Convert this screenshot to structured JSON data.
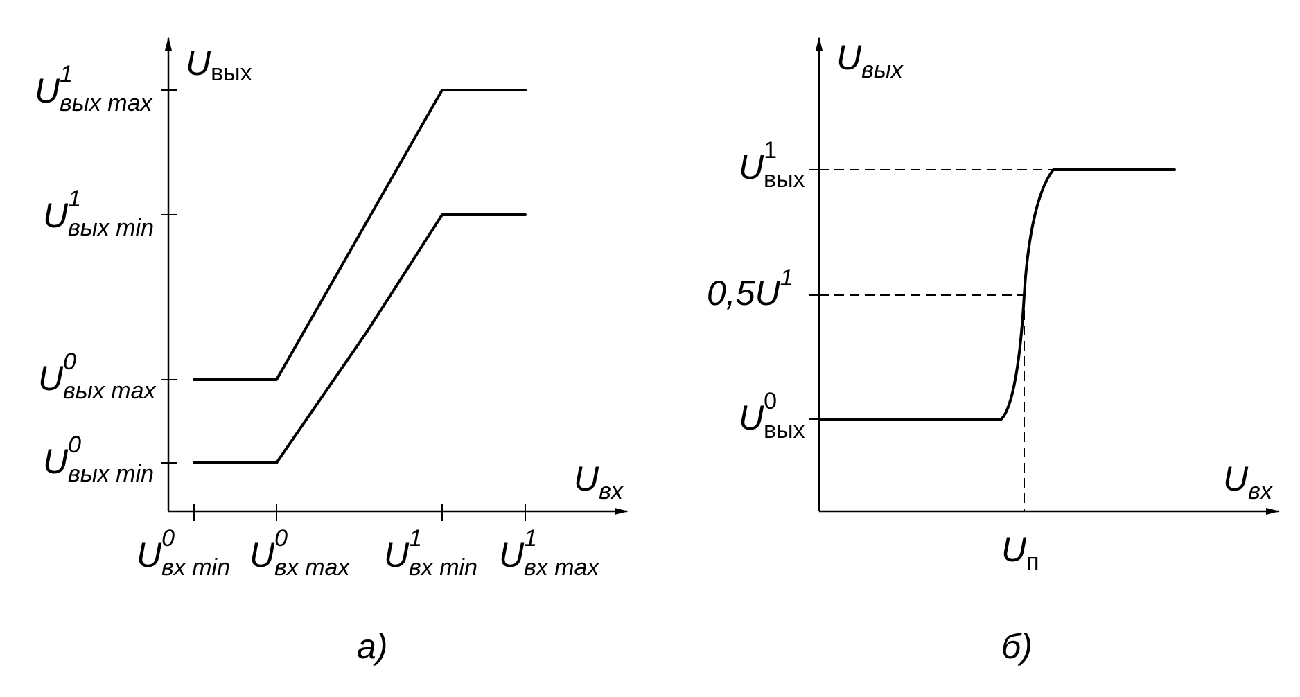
{
  "panel_a": {
    "y_axis": {
      "main": "U",
      "sub": "вых"
    },
    "x_axis": {
      "main": "U",
      "sub": "вх"
    },
    "y_ticks": [
      {
        "main": "U",
        "sup": "1",
        "sub": "вых max"
      },
      {
        "main": "U",
        "sup": "1",
        "sub": "вых min"
      },
      {
        "main": "U",
        "sup": "0",
        "sub": "вых max"
      },
      {
        "main": "U",
        "sup": "0",
        "sub": "вых min"
      }
    ],
    "x_ticks": [
      {
        "main": "U",
        "sup": "0",
        "sub": "вх min"
      },
      {
        "main": "U",
        "sup": "0",
        "sub": "вх max"
      },
      {
        "main": "U",
        "sup": "1",
        "sub": "вх min"
      },
      {
        "main": "U",
        "sup": "1",
        "sub": "вх max"
      }
    ],
    "caption": "а)"
  },
  "panel_b": {
    "y_axis": {
      "main": "U",
      "sub": "вых"
    },
    "x_axis": {
      "main": "U",
      "sub": "вх"
    },
    "y_ticks": [
      {
        "main": "U",
        "sup": "1",
        "sub": "вых"
      },
      {
        "main": "0,5U",
        "sup": "1",
        "sub": ""
      },
      {
        "main": "U",
        "sup": "0",
        "sub": "вых"
      }
    ],
    "x_tick": {
      "main": "U",
      "sub": "п"
    },
    "caption": "б)"
  }
}
